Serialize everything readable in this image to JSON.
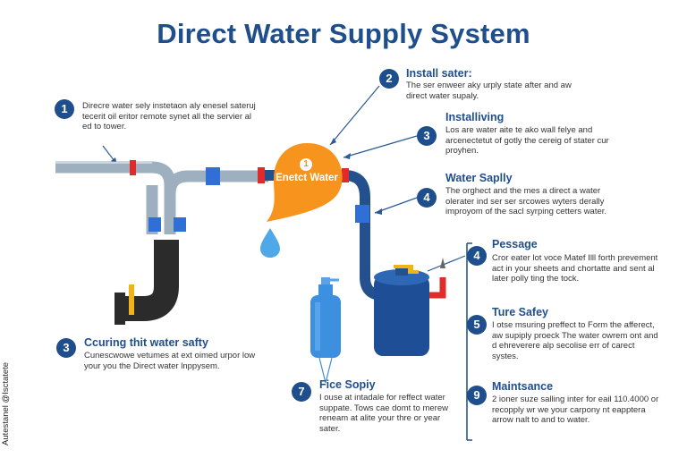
{
  "title": "Direct Water Supply System",
  "sidebar_text": "Autestanel @Isctatete",
  "center_bubble": {
    "number": "1",
    "label": "Enetct Water"
  },
  "sections": {
    "left_1": {
      "number": "1",
      "title": "",
      "body": "Direcre water sely instetaon aly enesel sateruj tecerit oil eritor remote synet all the servier al ed to tower."
    },
    "top_2": {
      "number": "2",
      "title": "Install sater:",
      "body": "The ser enweer aky urply state after and aw direct water supaly."
    },
    "right_3": {
      "number": "3",
      "title": "Installiving",
      "body": "Los are water aite te ako wall felye and arcenectetut of gotly the cereig of stater cur proyhen."
    },
    "right_4a": {
      "number": "4",
      "title": "Water Saplly",
      "body": "The orghect and the mes a direct a water olerater ind ser ser srcowes wyters derally improyom of the sacl syrping cetters water."
    },
    "right_4b": {
      "number": "4",
      "title": "Pessage",
      "body": "Cror eater lot voce Matef Illl forth prevement act in your sheets and chortatte and sent al later polly ting the tock."
    },
    "right_5": {
      "number": "5",
      "title": "Ture Safey",
      "body": "I otse msuring preffect to Form the afferect, aw supiply proeck The water owrem ont and d ehreverere alp secolise err of carect systes."
    },
    "right_9": {
      "number": "9",
      "title": "Maintsance",
      "body": "2 ioner suze salling inter for eail 110.4000 or recopply wr we your carpony nt eapptera arrow nalt to and to water."
    },
    "left_3": {
      "number": "3",
      "title": "Ccuring thit water safty",
      "body": "Cunescwowe vetumes at ext oimed urpor low your you the Direct water lnppysem."
    },
    "center_7": {
      "number": "7",
      "title": "Fice Sopiy",
      "body": "I ouse at intadale for reffect water suppate. Tows cae domt to merew reneam at alite your thre or year sater."
    }
  },
  "colors": {
    "title": "#1f4e8c",
    "badge": "#1f4e8c",
    "pipe_gray": "#9eb0bf",
    "pipe_dark_blue": "#24508d",
    "pipe_black": "#2b2b2b",
    "fitting_blue": "#2f6fd6",
    "valve_red": "#e02b2b",
    "orange": "#f7941d",
    "tank_blue": "#1e4f96",
    "bottle_blue": "#3d8fe0",
    "drop_blue": "#4fa8e8"
  },
  "icons": {
    "center_bubble": "map-pin-water-icon",
    "drop": "water-drop-icon",
    "tank": "pressure-tank-icon",
    "bottle": "water-bottle-icon"
  }
}
